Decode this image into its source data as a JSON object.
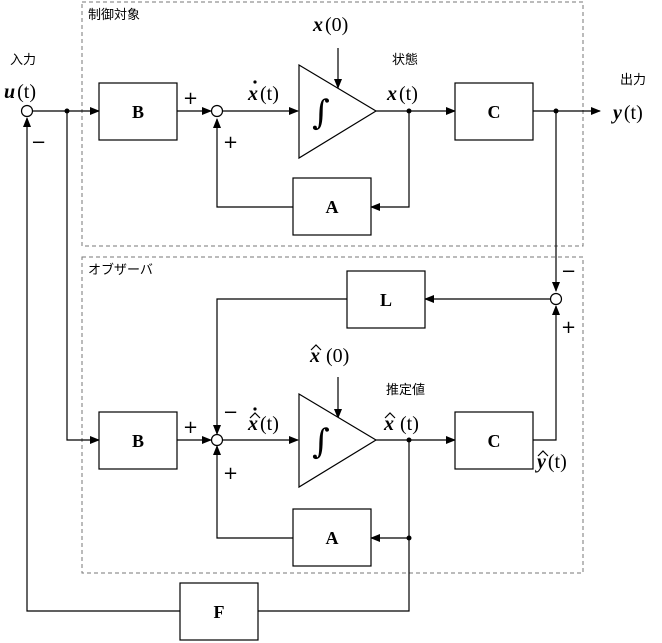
{
  "labels": {
    "input_title": "入力",
    "output_title": "出力",
    "plant_group": "制御対象",
    "observer_group": "オブザーバ",
    "state_title": "状態",
    "estimate_title": "推定値"
  },
  "blocks": {
    "b_top": "B",
    "c_top": "C",
    "a_top": "A",
    "l": "L",
    "b_bottom": "B",
    "c_bottom": "C",
    "a_bottom": "A",
    "f": "F"
  },
  "signals": {
    "u": "u",
    "y": "y",
    "x": "x",
    "x_dot": "x",
    "x0": "x",
    "x0_arg": "(0)",
    "t_arg": "(t)",
    "x_hat": "x",
    "x_hat_dot": "x",
    "x_hat0": "x",
    "y_hat": "y",
    "integral": "∫"
  },
  "signs": {
    "plus": "+",
    "minus": "−"
  }
}
